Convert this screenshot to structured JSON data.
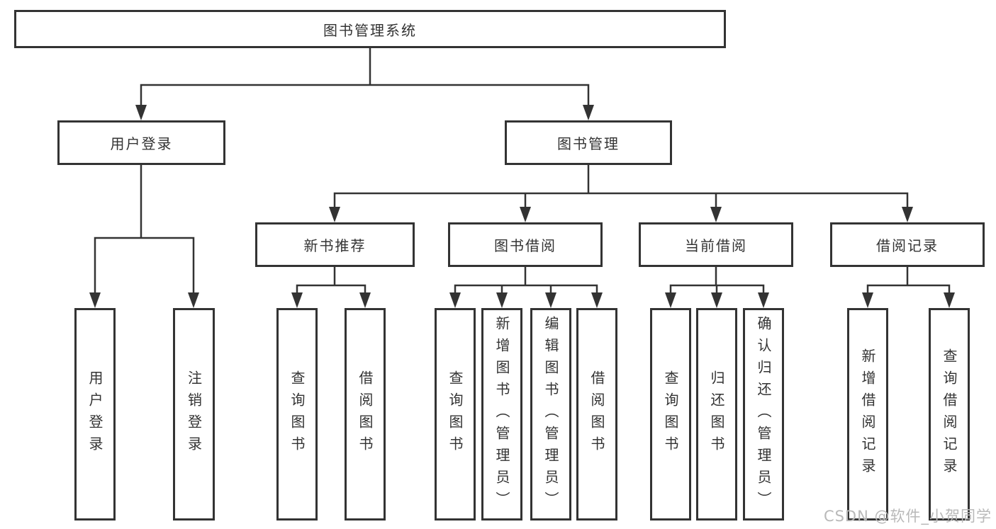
{
  "diagram": {
    "title": "图书管理系统",
    "root": {
      "label": "图书管理系统"
    },
    "level2": [
      {
        "label": "用户登录"
      },
      {
        "label": "图书管理"
      }
    ],
    "level3": [
      {
        "label": "新书推荐",
        "parent": "图书管理"
      },
      {
        "label": "图书借阅",
        "parent": "图书管理"
      },
      {
        "label": "当前借阅",
        "parent": "图书管理"
      },
      {
        "label": "借阅记录",
        "parent": "图书管理"
      }
    ],
    "leaves": [
      {
        "label": "用户登录",
        "parent": "用户登录"
      },
      {
        "label": "注销登录",
        "parent": "用户登录"
      },
      {
        "label": "查询图书",
        "parent": "新书推荐"
      },
      {
        "label": "借阅图书",
        "parent": "新书推荐"
      },
      {
        "label": "查询图书",
        "parent": "图书借阅"
      },
      {
        "label": "新增图书（管理员）",
        "parent": "图书借阅"
      },
      {
        "label": "编辑图书（管理员）",
        "parent": "图书借阅"
      },
      {
        "label": "借阅图书",
        "parent": "图书借阅"
      },
      {
        "label": "查询图书",
        "parent": "当前借阅"
      },
      {
        "label": "归还图书",
        "parent": "当前借阅"
      },
      {
        "label": "确认归还（管理员）",
        "parent": "当前借阅"
      },
      {
        "label": "新增借阅记录",
        "parent": "借阅记录"
      },
      {
        "label": "查询借阅记录",
        "parent": "借阅记录"
      }
    ],
    "watermark": "CSDN @软件_小贺同学",
    "colors": {
      "line": "#333333",
      "border": "#333333",
      "text": "#333333",
      "watermark": "#b9b9b9",
      "background": "#ffffff"
    }
  }
}
